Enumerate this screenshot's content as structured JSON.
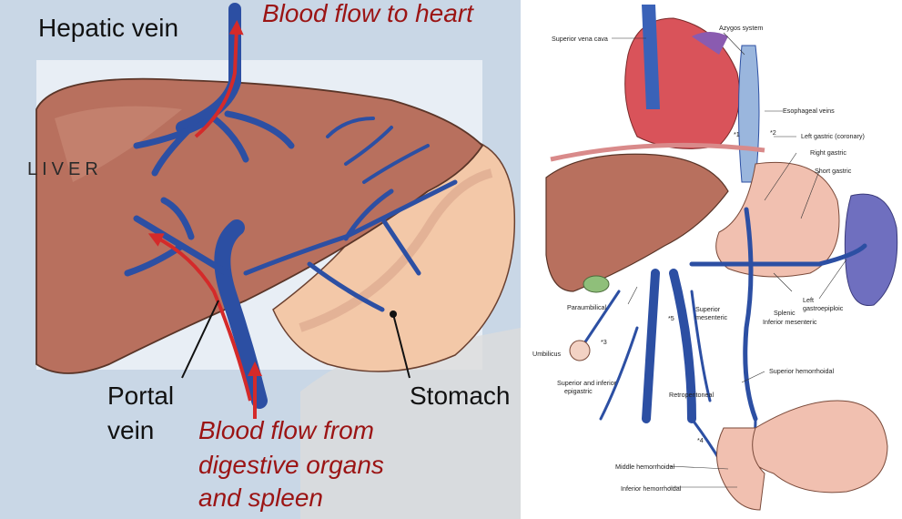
{
  "left_panel": {
    "labels": {
      "hepatic_vein": "Hepatic vein",
      "blood_to_heart": "Blood flow to heart",
      "liver": "LIVER",
      "portal_line1": "Portal",
      "portal_line2": "vein",
      "stomach": "Stomach",
      "from_line1": "Blood flow from",
      "from_line2": "digestive organs",
      "from_line3": "and spleen"
    }
  },
  "right_panel": {
    "labels": {
      "superior_vena_cava": "Superior vena cava",
      "azygos_system": "Azygos system",
      "esophageal_veins": "Esophageal veins",
      "left_gastric": "Left gastric (coronary)",
      "right_gastric": "Right gastric",
      "short_gastric": "Short gastric",
      "paraumbilical": "Paraumbilical",
      "umbilicus": "Umbilicus",
      "sup_inf_epigastric_1": "Superior and inferior",
      "sup_inf_epigastric_2": "epigastric",
      "superior_mesenteric_1": "Superior",
      "superior_mesenteric_2": "mesenteric",
      "splenic": "Splenic",
      "inferior_mesenteric": "Inferior mesenteric",
      "left_gastroepiploic_1": "Left",
      "left_gastroepiploic_2": "gastroepiploic",
      "superior_hemorrhoidal": "Superior hemorrhoidal",
      "retroperitoneal": "Retroperitoneal",
      "middle_hemorrhoidal": "Middle hemorrhoidal",
      "inferior_hemorrhoidal": "Inferior hemorrhoidal",
      "m1": "*1",
      "m2": "*2",
      "m3": "*3",
      "m4": "*4",
      "m5": "*5"
    }
  },
  "colors": {
    "liver": "#b8705e",
    "vein_blue": "#2c4fa3",
    "flow_red": "#d42a2a",
    "stomach": "#f3c8a8",
    "heart": "#d9535a",
    "spleen": "#6f6fbf",
    "left_bg": "#c9d7e6"
  }
}
